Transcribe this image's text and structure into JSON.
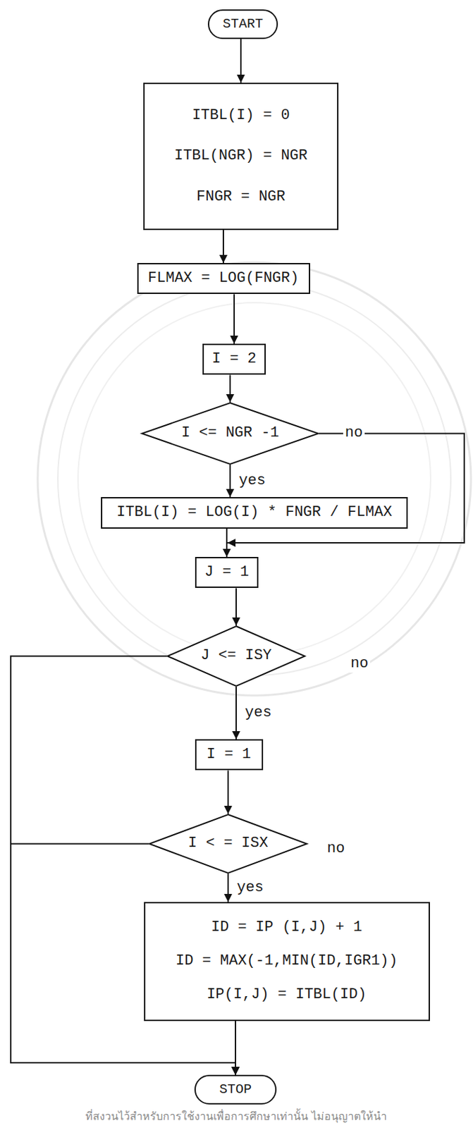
{
  "diagram": {
    "nodes": [
      {
        "text": [
          "START"
        ]
      },
      {
        "text": [
          "ITBL(I) = 0",
          "ITBL(NGR) = NGR",
          "FNGR = NGR"
        ]
      },
      {
        "text": [
          "FLMAX = LOG(FNGR)"
        ]
      },
      {
        "text": [
          "I = 2"
        ]
      },
      {
        "text": [
          "I <= NGR -1"
        ]
      },
      {
        "text": [
          "ITBL(I) = LOG(I) * FNGR / FLMAX"
        ]
      },
      {
        "text": [
          "J = 1"
        ]
      },
      {
        "text": [
          "J <= ISY"
        ]
      },
      {
        "text": [
          "I = 1"
        ]
      },
      {
        "text": [
          "I < = ISX"
        ]
      },
      {
        "text": [
          "ID = IP (I,J) + 1",
          "ID = MAX(-1,MIN(ID,IGR1))",
          "IP(I,J) = ITBL(ID)"
        ]
      },
      {
        "text": [
          "STOP"
        ]
      }
    ],
    "edges": [
      {
        "from": 0,
        "to": 1,
        "arrow": "to"
      },
      {
        "from": 1,
        "to": 2,
        "arrow": "to"
      },
      {
        "from": 2,
        "to": 3,
        "arrow": "to"
      },
      {
        "from": 3,
        "to": 4,
        "arrow": "to"
      },
      {
        "from": 4,
        "to": 5,
        "label": "yes",
        "arrow": "to"
      },
      {
        "from": 4,
        "to": 6,
        "label": "no",
        "arrow": "to"
      },
      {
        "from": 5,
        "to": 6,
        "arrow": "to"
      },
      {
        "from": 6,
        "to": 7,
        "arrow": "to"
      },
      {
        "from": 7,
        "to": 8,
        "label": "yes",
        "arrow": "to"
      },
      {
        "from": 8,
        "to": 9,
        "arrow": "to"
      },
      {
        "from": 9,
        "to": 10,
        "label": "yes",
        "arrow": "to"
      },
      {
        "from": 10,
        "to": 11,
        "arrow": "to"
      },
      {
        "from": 7,
        "to": 11,
        "arrow": "to"
      },
      {
        "from": 9,
        "to": 11,
        "arrow": "to"
      }
    ],
    "labels": [
      "no",
      "no",
      "ที่สงวนไว้สำหรับการใช้งานเพื่อการศึกษาเท่านั้น ไม่อนุญาตให้นำ"
    ]
  }
}
